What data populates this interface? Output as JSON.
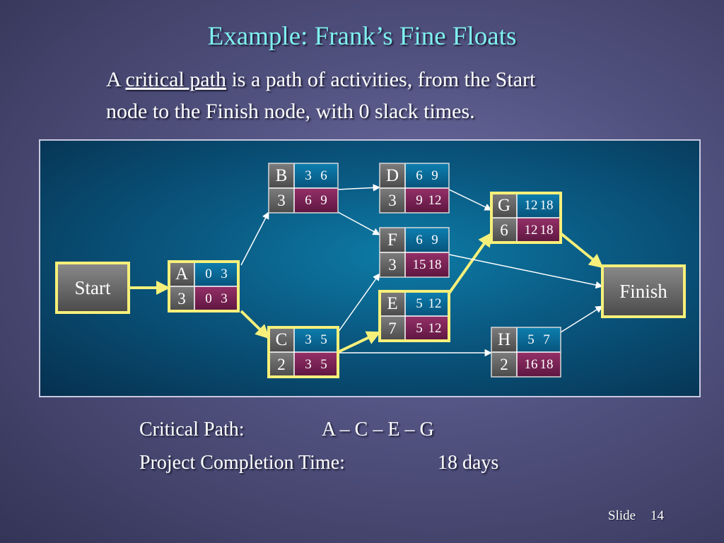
{
  "title": "Example:  Frank’s Fine Floats",
  "intro": {
    "prefix": "A ",
    "term": "critical path",
    "rest_line1": " is a path of activities, from the Start",
    "line2": "node to the Finish node, with 0 slack times."
  },
  "diagram": {
    "start_label": "Start",
    "finish_label": "Finish",
    "activities": [
      {
        "id": "A",
        "duration": "3",
        "es": "0",
        "ef": "3",
        "ls": "0",
        "lf": "3",
        "critical": true
      },
      {
        "id": "B",
        "duration": "3",
        "es": "3",
        "ef": "6",
        "ls": "6",
        "lf": "9",
        "critical": false
      },
      {
        "id": "C",
        "duration": "2",
        "es": "3",
        "ef": "5",
        "ls": "3",
        "lf": "5",
        "critical": true
      },
      {
        "id": "D",
        "duration": "3",
        "es": "6",
        "ef": "9",
        "ls": "9",
        "lf": "12",
        "critical": false
      },
      {
        "id": "F",
        "duration": "3",
        "es": "6",
        "ef": "9",
        "ls": "15",
        "lf": "18",
        "critical": false
      },
      {
        "id": "E",
        "duration": "7",
        "es": "5",
        "ef": "12",
        "ls": "5",
        "lf": "12",
        "critical": true
      },
      {
        "id": "G",
        "duration": "6",
        "es": "12",
        "ef": "18",
        "ls": "12",
        "lf": "18",
        "critical": true
      },
      {
        "id": "H",
        "duration": "2",
        "es": "5",
        "ef": "7",
        "ls": "16",
        "lf": "18",
        "critical": false
      }
    ],
    "edges": [
      {
        "from": "Start",
        "to": "A",
        "critical": true
      },
      {
        "from": "A",
        "to": "B",
        "critical": false
      },
      {
        "from": "A",
        "to": "C",
        "critical": true
      },
      {
        "from": "B",
        "to": "D",
        "critical": false
      },
      {
        "from": "B",
        "to": "F",
        "critical": false
      },
      {
        "from": "C",
        "to": "F",
        "critical": false
      },
      {
        "from": "C",
        "to": "E",
        "critical": true
      },
      {
        "from": "C",
        "to": "H",
        "critical": false
      },
      {
        "from": "D",
        "to": "G",
        "critical": false
      },
      {
        "from": "E",
        "to": "G",
        "critical": true
      },
      {
        "from": "F",
        "to": "Finish",
        "critical": false
      },
      {
        "from": "G",
        "to": "Finish",
        "critical": true
      },
      {
        "from": "H",
        "to": "Finish",
        "critical": false
      }
    ]
  },
  "summary": {
    "critical_path_label": "Critical Path:",
    "critical_path_value": "A – C – E – G",
    "completion_label": "Project Completion Time:",
    "completion_value": "18 days"
  },
  "footer": {
    "slide_label": "Slide",
    "slide_number": "14"
  },
  "colors": {
    "title": "#7ff0f0",
    "critical_border": "#f6f07a",
    "early_cell": "#0a6b9a",
    "late_cell": "#7a1f55",
    "panel": "#0a5a83"
  }
}
